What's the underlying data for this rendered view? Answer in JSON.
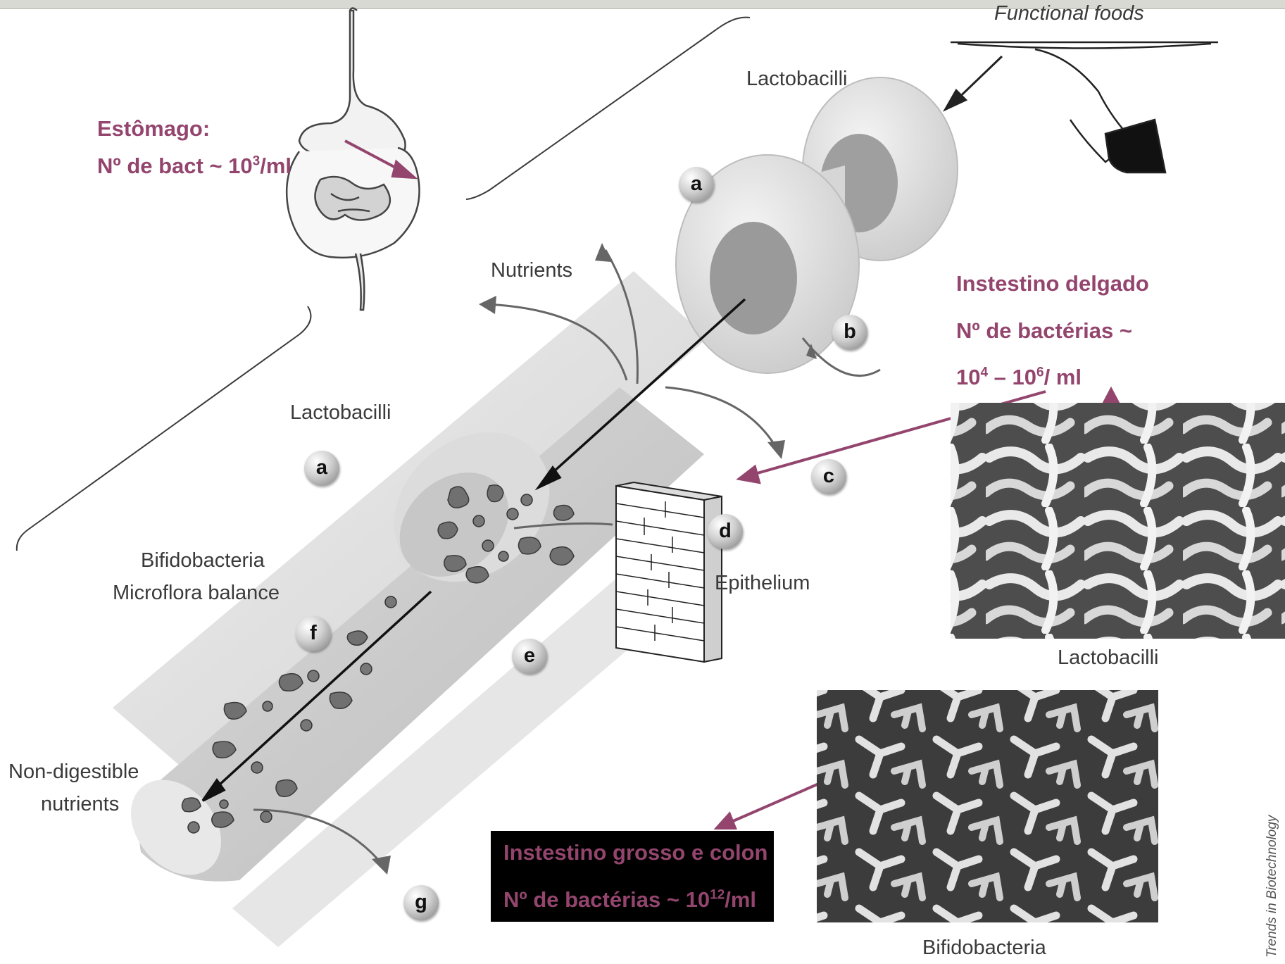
{
  "labels": {
    "functional_foods": "Functional foods",
    "lactobacilli_top": "Lactobacilli",
    "nutrients": "Nutrients",
    "lactobacilli_left": "Lactobacilli",
    "bifidobacteria": "Bifidobacteria",
    "microflora_balance": "Microflora balance",
    "epithelium": "Epithelium",
    "non_digestible_1": "Non-digestible",
    "non_digestible_2": "nutrients",
    "lactobacilli_photo": "Lactobacilli",
    "bifidobacteria_photo": "Bifidobacteria",
    "credit": "Trends in Biotechnology"
  },
  "badges": {
    "a1": "a",
    "a2": "a",
    "b": "b",
    "c": "c",
    "d": "d",
    "e": "e",
    "f": "f",
    "g": "g"
  },
  "annotations": {
    "stomach_title": "Estômago:",
    "stomach_count_prefix": "Nº de bact ~ 10",
    "stomach_count_exp": "3",
    "stomach_count_suffix": "/ml",
    "small_title": "Instestino delgado",
    "small_count": "Nº de bactérias ~",
    "small_range_a": "10",
    "small_range_a_exp": "4",
    "small_range_mid": " – 10",
    "small_range_b_exp": "6",
    "small_range_suffix": "/ ml",
    "large_title": "Instestino grosso e colon",
    "large_count_prefix": "Nº de bactérias ~ 10",
    "large_count_exp": "12",
    "large_count_suffix": "/ml"
  },
  "colors": {
    "annotation": "#93456e",
    "lines": "#3a3a3a",
    "tube_light": "#e4e4e4",
    "tube_mid": "#c8c8c8",
    "bacteria_blob": "#6f6f6f",
    "photo_bg": "#5a5a5a",
    "black_box": "#000000"
  }
}
